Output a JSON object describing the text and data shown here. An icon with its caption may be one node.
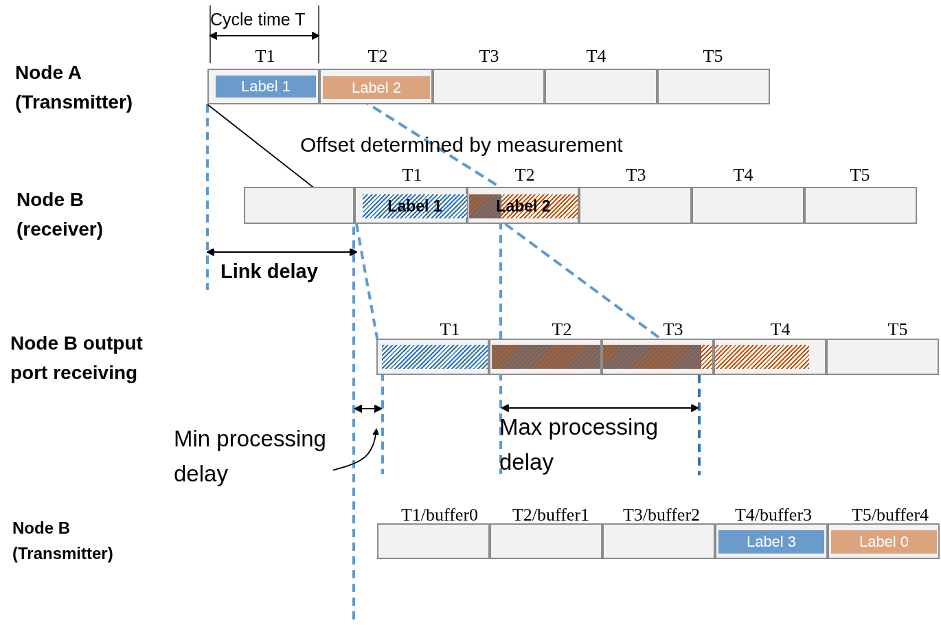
{
  "diagram": {
    "nodes": [
      {
        "text": [],
        "shape": "box"
      },
      {
        "text": [
          "Label 1"
        ],
        "in": 0
      },
      {
        "text": [],
        "shape": "box"
      },
      {
        "text": [
          "Label 2"
        ],
        "in": 2
      },
      {
        "text": [],
        "shape": "box"
      },
      {
        "text": [],
        "shape": "box"
      },
      {
        "text": [],
        "shape": "box"
      },
      {
        "text": [],
        "shape": "box"
      },
      {
        "text": [],
        "shape": "box"
      },
      {
        "text": [
          "Label 1"
        ],
        "in": 8
      },
      {
        "text": [],
        "shape": "box"
      },
      {
        "text": [
          "Label 2"
        ],
        "in": 10
      },
      {
        "text": [],
        "shape": "box"
      },
      {
        "text": [],
        "shape": "box"
      },
      {
        "text": [],
        "shape": "box"
      },
      {
        "text": [],
        "shape": "box"
      },
      {
        "text": [],
        "shape": "bar",
        "in": 15
      },
      {
        "text": [],
        "shape": "box"
      },
      {
        "text": [],
        "shape": "bar",
        "in": 17
      },
      {
        "text": [],
        "shape": "box"
      },
      {
        "text": [],
        "shape": "bar",
        "in": 19
      },
      {
        "text": [],
        "shape": "box"
      },
      {
        "text": [],
        "shape": "bar",
        "in": 21
      },
      {
        "text": [],
        "shape": "box"
      },
      {
        "text": [
          "Min processing delay"
        ]
      },
      {
        "text": [],
        "shape": "box"
      },
      {
        "text": [],
        "shape": "box"
      },
      {
        "text": [],
        "shape": "box"
      },
      {
        "text": [],
        "shape": "box"
      },
      {
        "text": [
          "Label 3"
        ],
        "in": 28
      },
      {
        "text": [],
        "shape": "box"
      },
      {
        "text": [
          "Label 0"
        ],
        "in": 30
      }
    ],
    "edges": [
      {
        "from": 24,
        "to": null,
        "arrow": "to",
        "color": "#000000"
      },
      {
        "from": 3,
        "to": 10,
        "arrow": "none",
        "style": "dashed",
        "color": "#5b9bd5"
      },
      {
        "from": 10,
        "to": 20,
        "arrow": "none",
        "style": "dashed",
        "color": "#5b9bd5"
      }
    ],
    "labels": [
      "Cycle time T",
      "T1",
      "T2",
      "T3",
      "T4",
      "T5",
      "Node A (Transmitter)",
      "Offset determined by measurement",
      "T1",
      "T2",
      "T3",
      "T4",
      "T5",
      "Node B (receiver)",
      "Link delay",
      "T1",
      "T2",
      "T3",
      "T4",
      "T5",
      "Node B output port receiving",
      "Max processing delay",
      "T1/buffer0",
      "T2/buffer1",
      "T3/buffer2",
      "T4/buffer3",
      "T5/buffer4",
      "Node B (Transmitter)"
    ]
  }
}
